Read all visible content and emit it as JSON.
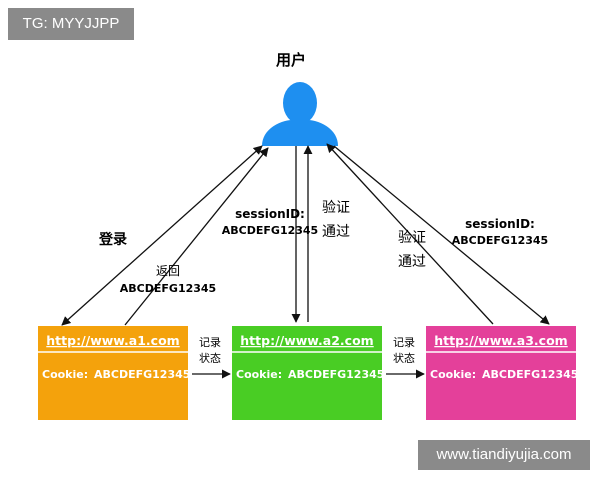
{
  "tag": "TG: MYYJJPP",
  "watermark": "www.tiandiyujia.com",
  "user": {
    "label": "用户",
    "color": "#1e8ff0"
  },
  "sites": [
    {
      "url": "http://www.a1.com",
      "cookie_label": "Cookie:",
      "cookie_value": "ABCDEFG12345",
      "color": "#f4a20c"
    },
    {
      "url": "http://www.a2.com",
      "cookie_label": "Cookie:",
      "cookie_value": "ABCDEFG12345",
      "color": "#49cd24"
    },
    {
      "url": "http://www.a3.com",
      "cookie_label": "Cookie:",
      "cookie_value": "ABCDEFG12345",
      "color": "#e4409a"
    }
  ],
  "edge_labels": {
    "login": "登录",
    "return_line1": "返回",
    "return_line2": "ABCDEFG12345",
    "session_a2_line1": "sessionID:",
    "session_a2_line2": "ABCDEFG12345",
    "verify_a2_line1": "验证",
    "verify_a2_line2": "通过",
    "verify_a3_line1": "验证",
    "verify_a3_line2": "通过",
    "session_a3_line1": "sessionID:",
    "session_a3_line2": "ABCDEFG12345",
    "record_1_line1": "记录",
    "record_1_line2": "状态",
    "record_2_line1": "记录",
    "record_2_line2": "状态"
  }
}
